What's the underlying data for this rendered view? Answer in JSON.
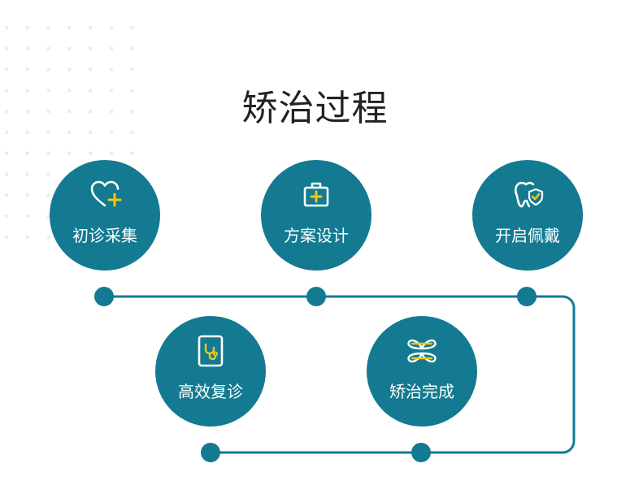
{
  "title": "矫治过程",
  "colors": {
    "primary": "#137a91",
    "accent": "#f5c518",
    "dots": "#dff0f3"
  },
  "steps": [
    {
      "label": "初诊采集",
      "icon": "heart-plus-icon"
    },
    {
      "label": "方案设计",
      "icon": "medical-kit-icon"
    },
    {
      "label": "开启佩戴",
      "icon": "tooth-shield-icon"
    },
    {
      "label": "高效复诊",
      "icon": "stethoscope-card-icon"
    },
    {
      "label": "矫治完成",
      "icon": "teeth-aligner-icon"
    }
  ]
}
